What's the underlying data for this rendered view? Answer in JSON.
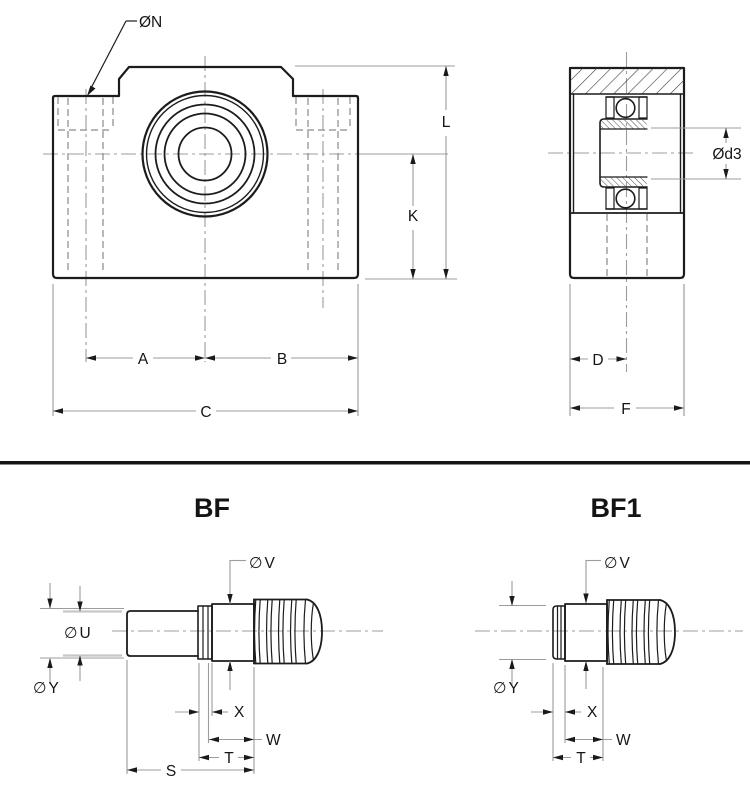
{
  "front_view": {
    "hole_label": "ØN",
    "dim_a": "A",
    "dim_b": "B",
    "dim_c": "C",
    "dim_k": "K",
    "dim_l": "L"
  },
  "side_view": {
    "bore_label": "Ød3",
    "dim_d": "D",
    "dim_f": "F"
  },
  "shaft_bf": {
    "title": "BF",
    "dia_v": "∅V",
    "dia_u": "∅U",
    "dia_y": "∅Y",
    "dim_x": "X",
    "dim_w": "W",
    "dim_t": "T",
    "dim_s": "S"
  },
  "shaft_bf1": {
    "title": "BF1",
    "dia_v": "∅V",
    "dia_y": "∅Y",
    "dim_x": "X",
    "dim_w": "W",
    "dim_t": "T"
  },
  "colors": {
    "outline": "#1c1c1c",
    "dimension_line": "#9c9c9c",
    "light_extension": "#c6c6c6",
    "text": "#141414",
    "background": "#ffffff"
  }
}
